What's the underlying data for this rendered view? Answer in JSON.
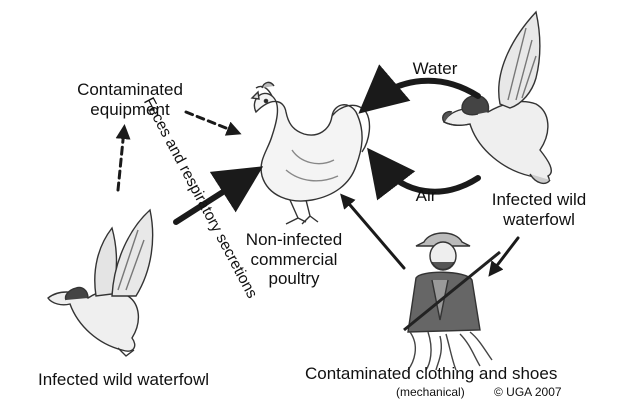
{
  "diagram": {
    "labels": {
      "contaminated_equipment": "Contaminated\nequipment",
      "water": "Water",
      "air": "Air",
      "infected_wild_waterfowl_right": "Infected wild\nwaterfowl",
      "non_infected_poultry": "Non-infected\ncommercial\npoultry",
      "feces_secretions": "Feces and respiratory secretions",
      "infected_wild_waterfowl_left": "Infected wild waterfowl",
      "contaminated_clothing": "Contaminated clothing and shoes",
      "mechanical": "(mechanical)",
      "copyright": "© UGA 2007"
    },
    "illustrations": [
      "chicken-illustration",
      "flying-duck-illustration",
      "landing-duck-illustration",
      "hunter-illustration"
    ]
  }
}
